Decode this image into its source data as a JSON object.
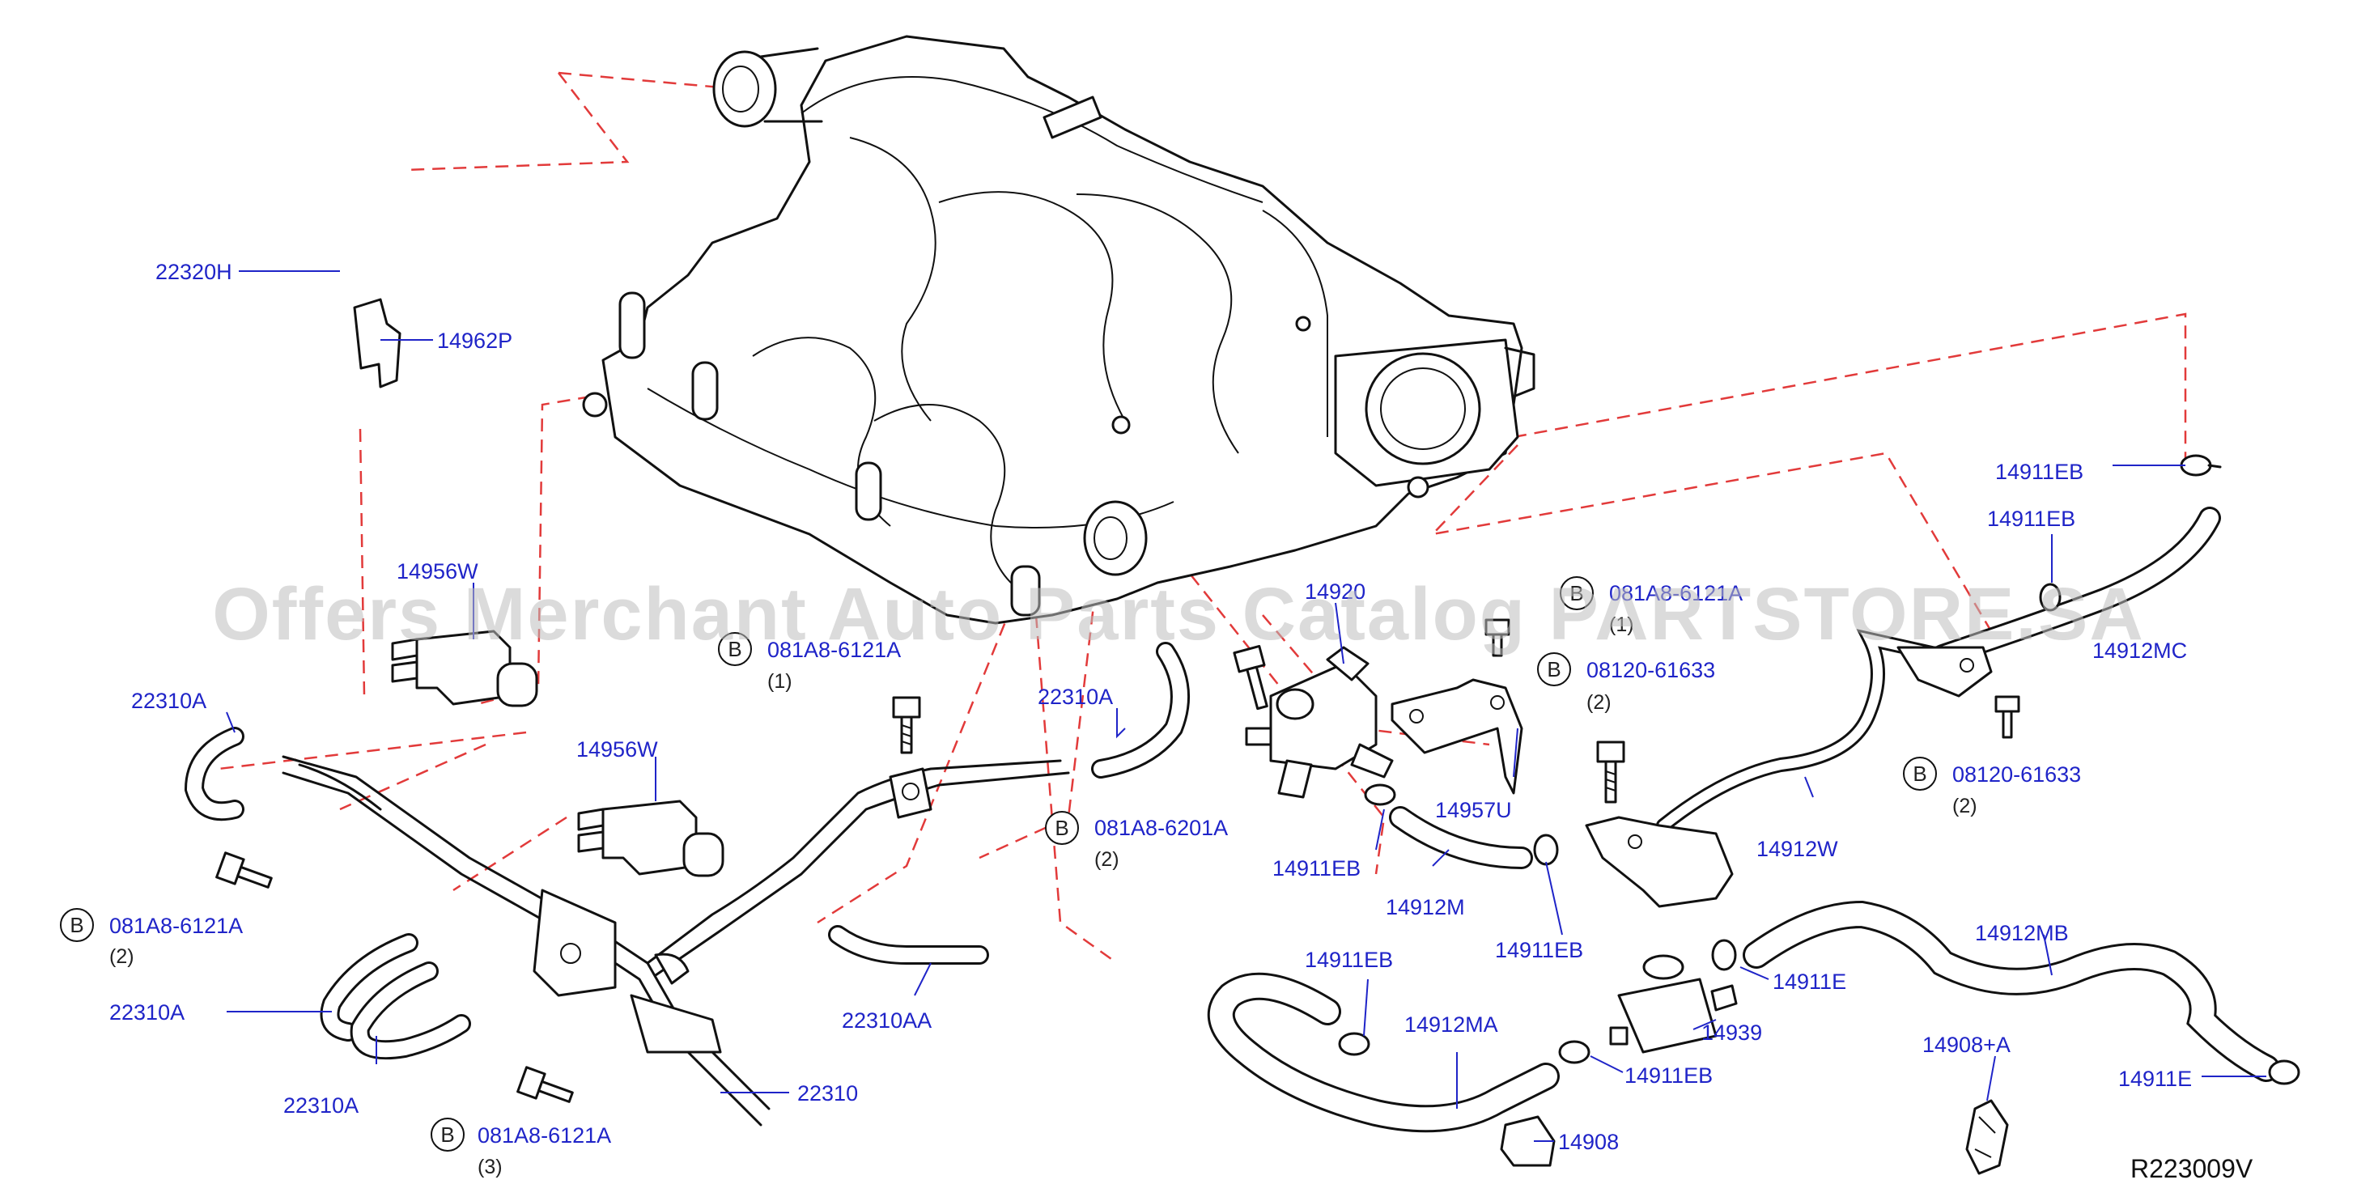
{
  "diagram": {
    "reference": "R223009V",
    "watermark": "Offers Merchant Auto Parts Catalog PARTSTORE.SA",
    "bolt_marker": "B",
    "colors": {
      "part_number": "#1f24c8",
      "guide_line": "#e23a3a",
      "drawing": "#111111"
    },
    "callouts": [
      {
        "id": "22320H",
        "label": "22320H"
      },
      {
        "id": "14962P",
        "label": "14962P"
      },
      {
        "id": "14956W-upper",
        "label": "14956W"
      },
      {
        "id": "22310A-left",
        "label": "22310A"
      },
      {
        "id": "14956W-lower",
        "label": "14956W"
      },
      {
        "id": "22310A-mid",
        "label": "22310A"
      },
      {
        "id": "22310A-low",
        "label": "22310A"
      },
      {
        "id": "22310A-bottom",
        "label": "22310A"
      },
      {
        "id": "22310",
        "label": "22310"
      },
      {
        "id": "22310AA",
        "label": "22310AA"
      },
      {
        "id": "14920",
        "label": "14920"
      },
      {
        "id": "14957U",
        "label": "14957U"
      },
      {
        "id": "14911EB-a",
        "label": "14911EB"
      },
      {
        "id": "14911EB-b",
        "label": "14911EB"
      },
      {
        "id": "14911EB-c",
        "label": "14911EB"
      },
      {
        "id": "14911EB-d",
        "label": "14911EB"
      },
      {
        "id": "14911EB-e",
        "label": "14911EB"
      },
      {
        "id": "14911EB-f",
        "label": "14911EB"
      },
      {
        "id": "14912M",
        "label": "14912M"
      },
      {
        "id": "14912W",
        "label": "14912W"
      },
      {
        "id": "14912MC",
        "label": "14912MC"
      },
      {
        "id": "14912MB",
        "label": "14912MB"
      },
      {
        "id": "14912MA",
        "label": "14912MA"
      },
      {
        "id": "14911E-a",
        "label": "14911E"
      },
      {
        "id": "14911E-b",
        "label": "14911E"
      },
      {
        "id": "14939",
        "label": "14939"
      },
      {
        "id": "14908+A",
        "label": "14908+A"
      },
      {
        "id": "14908",
        "label": "14908"
      }
    ],
    "bolts": [
      {
        "id": "b1",
        "label": "081A8-6121A",
        "qty": "(1)"
      },
      {
        "id": "b2",
        "label": "081A8-6121A",
        "qty": "(2)"
      },
      {
        "id": "b3",
        "label": "081A8-6121A",
        "qty": "(3)"
      },
      {
        "id": "b4",
        "label": "081A8-6201A",
        "qty": "(2)"
      },
      {
        "id": "b5",
        "label": "081A8-6121A",
        "qty": "(1)"
      },
      {
        "id": "b6",
        "label": "08120-61633",
        "qty": "(2)"
      },
      {
        "id": "b7",
        "label": "08120-61633",
        "qty": "(2)"
      }
    ]
  }
}
